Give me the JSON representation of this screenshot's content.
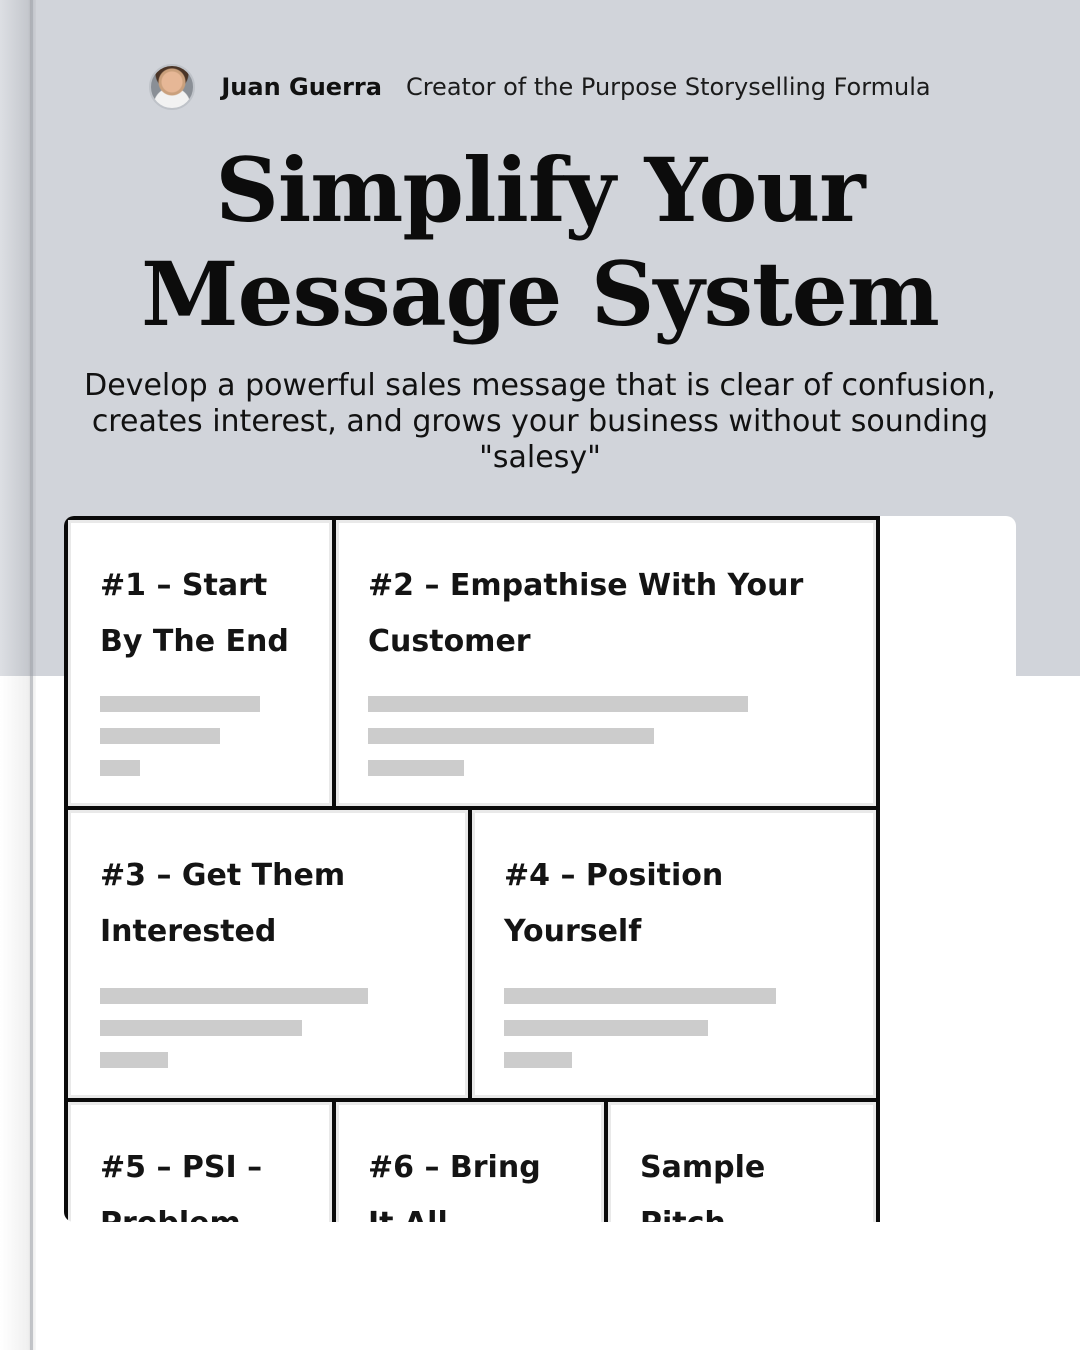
{
  "author": {
    "name": "Juan Guerra",
    "role": "Creator of the Purpose Storyselling Formula"
  },
  "title_line1": "Simplify Your",
  "title_line2": "Message System",
  "subtitle": "Develop a powerful sales message that is clear of confusion, creates interest, and grows your business without sounding \"salesy\"",
  "modules": [
    {
      "line1": "#1 – Start",
      "line2": "By The End"
    },
    {
      "line1": "#2 – Empathise With Your",
      "line2": "Customer"
    },
    {
      "line1": "#3 – Get Them",
      "line2": "Interested"
    },
    {
      "line1": "#4 – Position",
      "line2": "Yourself"
    },
    {
      "line1": "#5 – PSI –",
      "line2": "Problem"
    },
    {
      "line1": "#6 – Bring",
      "line2": "It All"
    },
    {
      "line1": "Sample",
      "line2": "Pitch"
    }
  ],
  "colors": {
    "cover_top": "#d1d4da",
    "cover_bottom": "#ffffff",
    "card_border": "#0a0a0a",
    "placeholder_bar": "#cccccc"
  },
  "icons": {
    "avatar": "author-photo"
  }
}
